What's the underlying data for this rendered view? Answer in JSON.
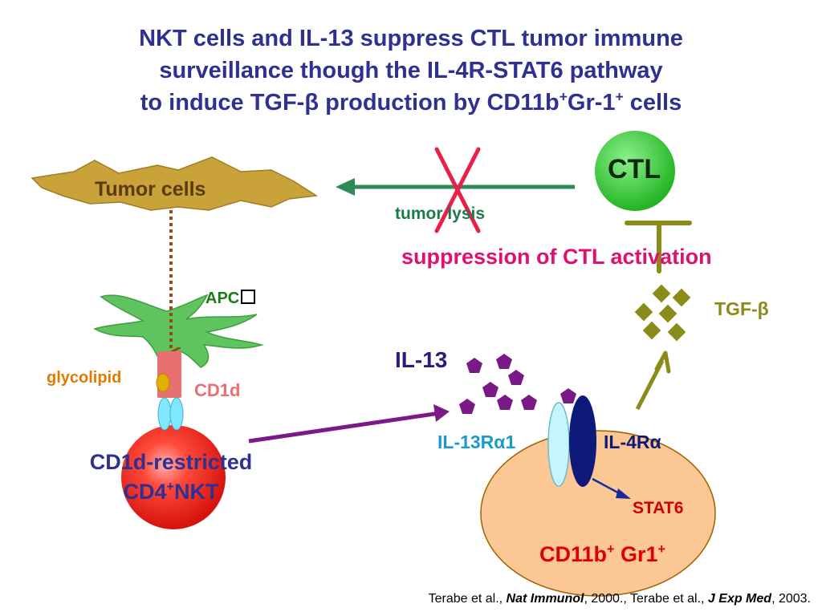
{
  "title": {
    "line1": "NKT cells and IL-13 suppress CTL tumor immune",
    "line2": "surveillance though the IL-4R-STAT6 pathway",
    "line3_pre": "to induce TGF-",
    "line3_beta": "β",
    "line3_mid": " production by CD11b",
    "line3_sup1": "+",
    "line3_mid2": "Gr-1",
    "line3_sup2": "+",
    "line3_post": " cells"
  },
  "labels": {
    "tumor_cells": "Tumor cells",
    "ctl": "CTL",
    "tumor_lysis": "tumor lysis",
    "suppression": "suppression of CTL activation",
    "apc": "APC",
    "tgf_pre": "TGF-",
    "tgf_beta": "β",
    "il13": "IL-13",
    "glycolipid": "glycolipid",
    "cd1d": "CD1d",
    "il13r_pre": "IL-13R",
    "il13r_alpha": "α",
    "il13r_post": "1",
    "il4r_pre": "IL-4R",
    "il4r_alpha": "α",
    "nkt_line1": "CD1d-restricted",
    "nkt_line2_pre": "CD4",
    "nkt_line2_sup": "+",
    "nkt_line2_post": "NKT",
    "stat6": "STAT6",
    "cd11b_pre": "CD11b",
    "cd11b_sup1": "+",
    "cd11b_mid": " Gr1",
    "cd11b_sup2": "+"
  },
  "citation": {
    "part1": "Terabe et al., ",
    "journal1": "Nat Immunol",
    "part2": ", 2000., Terabe et al., ",
    "journal2": "J Exp Med",
    "part3": ", 2003."
  },
  "colors": {
    "title": "#2e3192",
    "ctl_fill": "#3cc83c",
    "tumor_fill": "#c9a23a",
    "apc_fill": "#5fc35f",
    "nkt_fill": "#e8231c",
    "myeloid_fill": "#fbc794",
    "il13_fill": "#7a1a86",
    "tgf_fill": "#8b8b1a",
    "suppression_text": "#e0106e",
    "lysis_arrow": "#2e8b57",
    "x_mark": "#e8204a",
    "cd1d": "#e87070",
    "glycolipid": "#e07b00",
    "stat6": "#cc0000",
    "il4r": "#0d1a7a",
    "il13r": "#bfeeff"
  }
}
